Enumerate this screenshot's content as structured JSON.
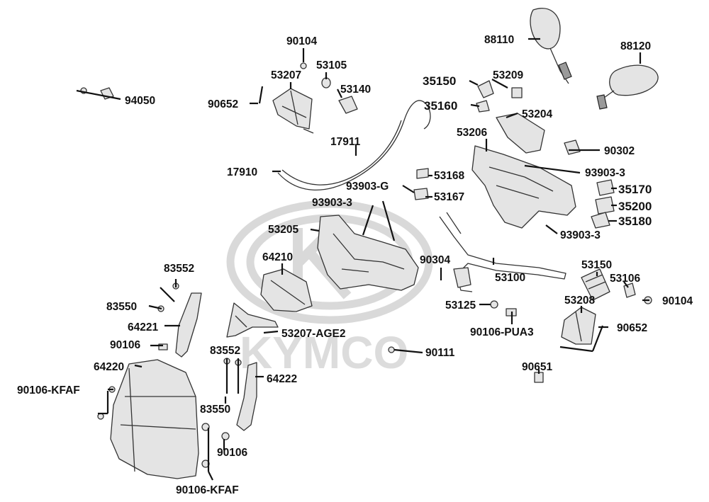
{
  "watermark": {
    "text": "KYMCO"
  },
  "labels": {
    "l90104a": "90104",
    "l53105": "53105",
    "l53207": "53207",
    "l53140": "53140",
    "l90652a": "90652",
    "l94050": "94050",
    "l17911": "17911",
    "l17910": "17910",
    "l88110": "88110",
    "l88120": "88120",
    "l35150": "35150",
    "l53209": "53209",
    "l35160": "35160",
    "l53204": "53204",
    "l53206": "53206",
    "l90302": "90302",
    "l93903_3a": "93903-3",
    "l93903_g": "93903-G",
    "l53168": "53168",
    "l35170": "35170",
    "l93903_3b": "93903-3",
    "l53167": "53167",
    "l35200": "35200",
    "l35180": "35180",
    "l53205": "53205",
    "l93903_3c": "93903-3",
    "l64210": "64210",
    "l90304": "90304",
    "l53100": "53100",
    "l83552a": "83552",
    "l53150": "53150",
    "l53106": "53106",
    "l83550a": "83550",
    "l53208": "53208",
    "l90104b": "90104",
    "l53125": "53125",
    "l64221": "64221",
    "l90652b": "90652",
    "l53207_age2": "53207-AGE2",
    "l90106_pua3": "90106-PUA3",
    "l90106a": "90106",
    "l83552b": "83552",
    "l90111": "90111",
    "l64220": "64220",
    "l90651": "90651",
    "l64222": "64222",
    "l90106_kfaf_a": "90106-KFAF",
    "l83550b": "83550",
    "l90106b": "90106",
    "l90106_kfaf_b": "90106-KFAF"
  }
}
